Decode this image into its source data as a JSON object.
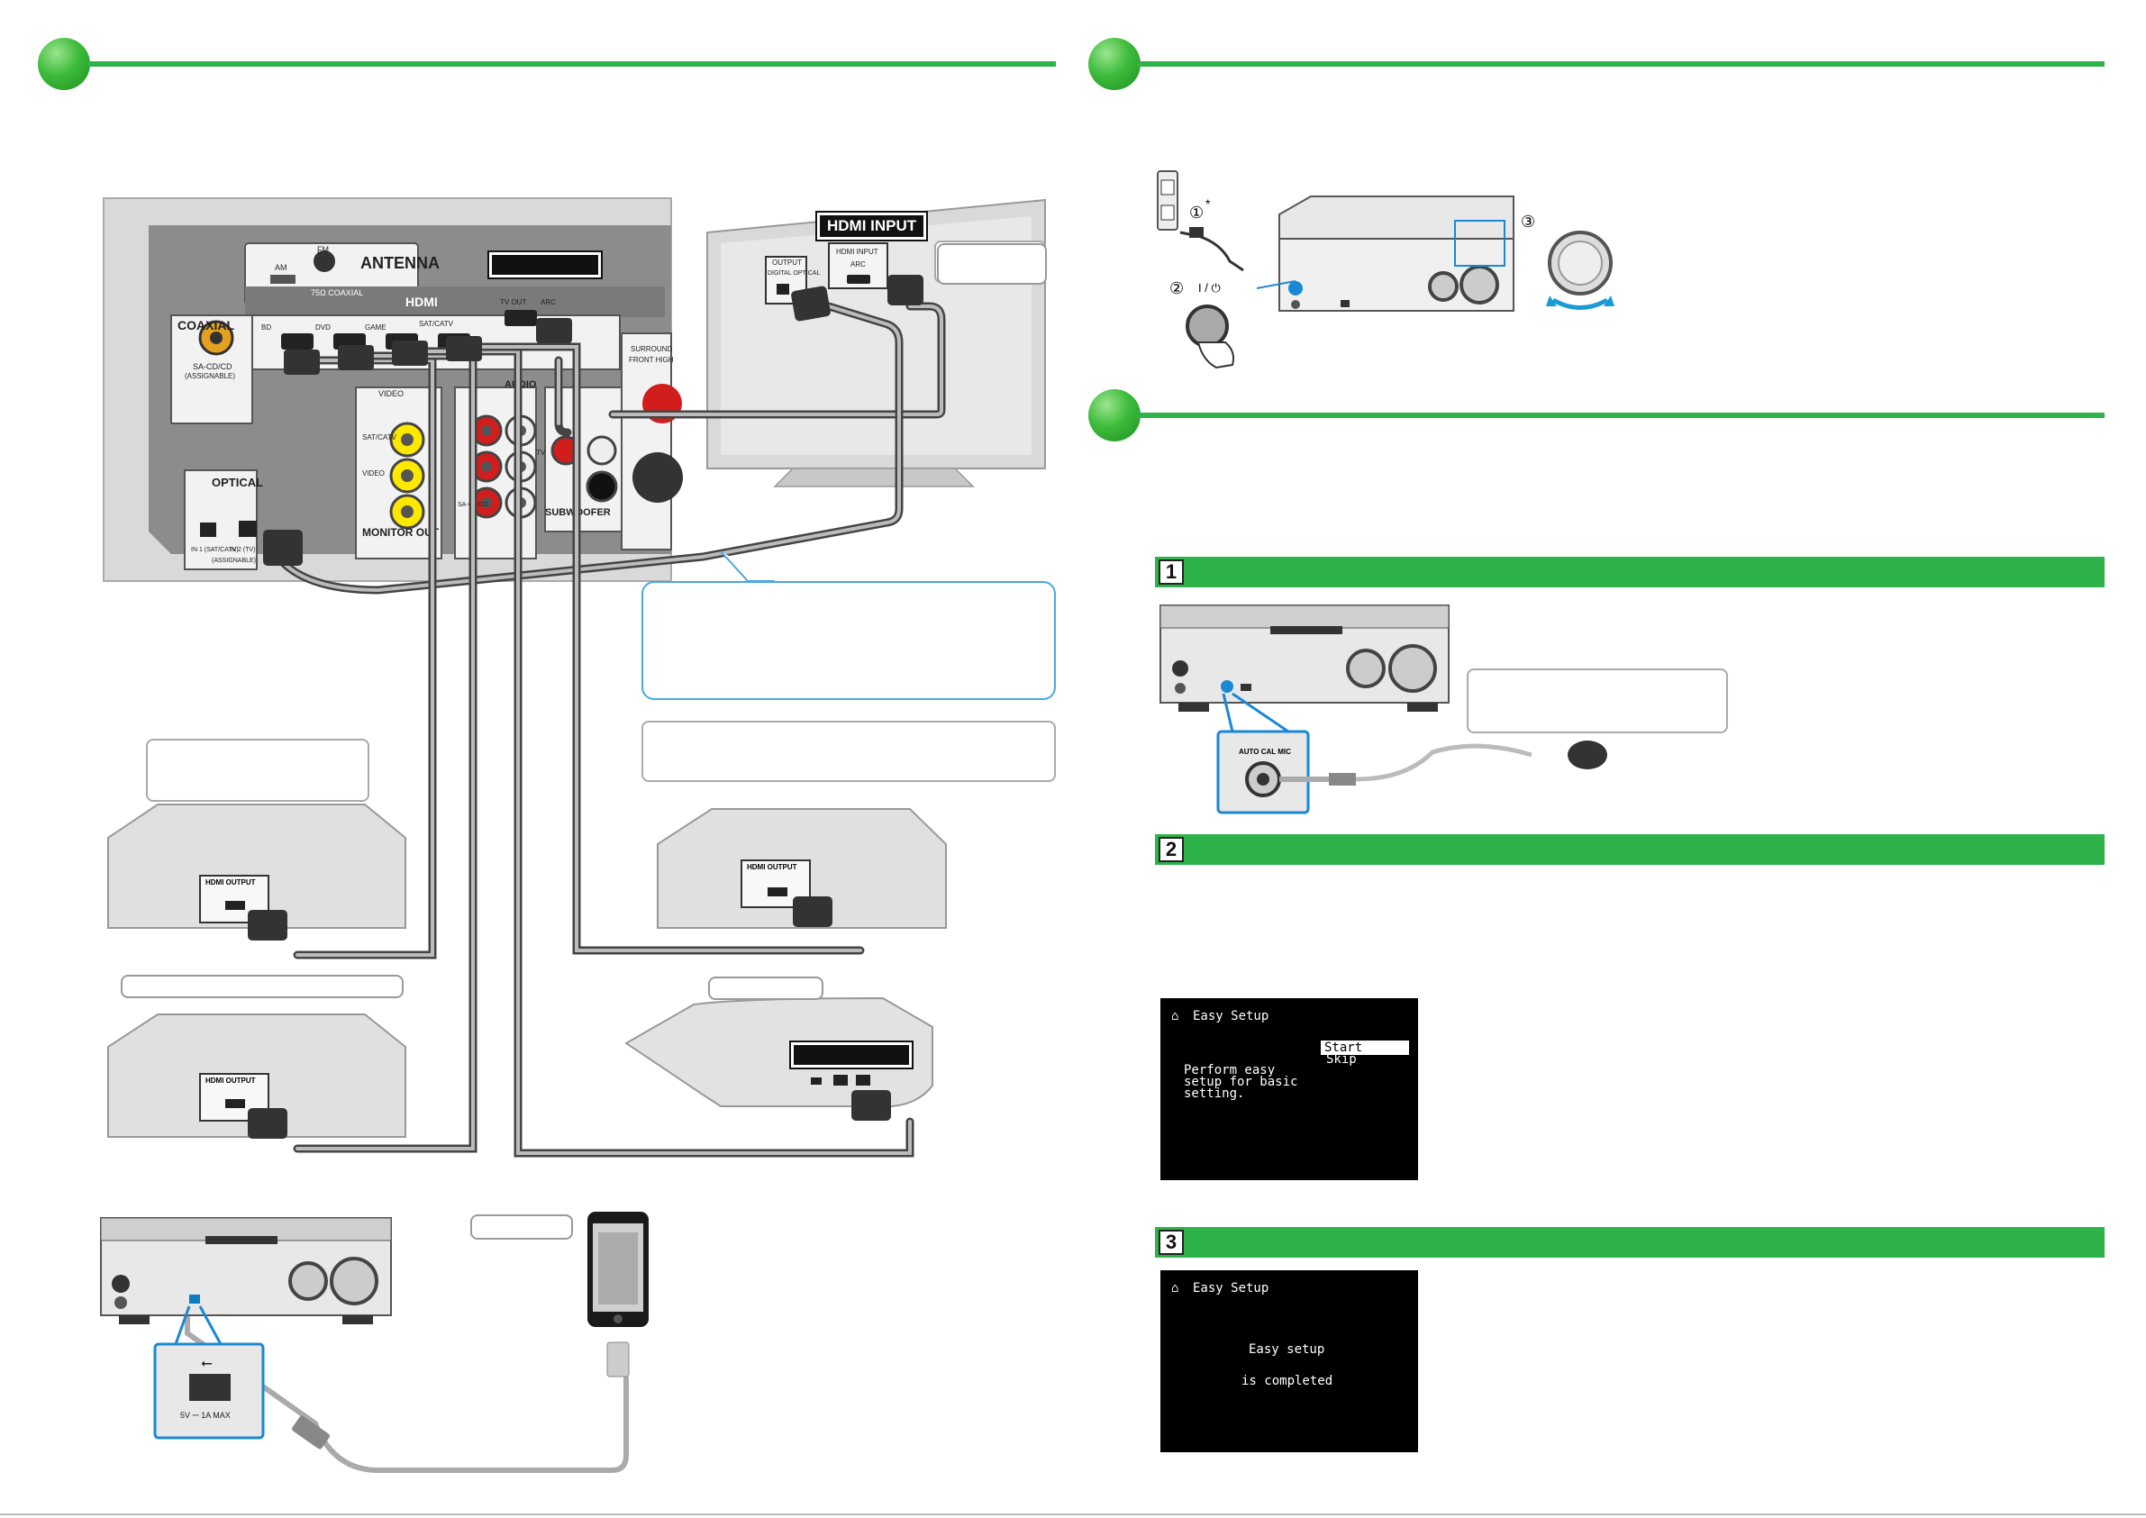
{
  "receiver_rear": {
    "antenna_label": "ANTENNA",
    "fm_label": "FM",
    "am_label": "AM",
    "fm_coaxial_label": "75Ω COAXIAL",
    "hdmi_label": "HDMI",
    "coaxial_label": "COAXIAL",
    "coaxial_sub": "SA-CD/CD",
    "coaxial_assign": "(ASSIGNABLE)",
    "hdmi_ports": [
      "BD",
      "DVD",
      "GAME",
      "SAT/CATV",
      "TV OUT"
    ],
    "arc_label": "ARC",
    "video_label": "VIDEO",
    "audio_label": "AUDIO",
    "sat_catv_label": "SAT/CATV",
    "video_in_label": "VIDEO",
    "monitor_out_label": "MONITOR OUT",
    "sa_cd_label": "SA-CD/CD",
    "tv_label": "TV",
    "subwoofer_label": "SUBWOOFER",
    "surround_label": "SURROUND",
    "front_high_label": "FRONT HIGH",
    "optical_label": "OPTICAL",
    "optical_in1": "IN 1 (SAT/CATV)",
    "optical_in2": "IN 2 (TV)",
    "optical_assign": "(ASSIGNABLE)"
  },
  "tv": {
    "hdmi_input_tag": "HDMI INPUT",
    "output_label": "OUTPUT",
    "digital_optical_label": "DIGITAL OPTICAL",
    "hdmi_input_panel_label": "HDMI INPUT",
    "arc_label": "ARC"
  },
  "devices": {
    "hdmi_output_label": "HDMI OUTPUT"
  },
  "usb_panel": {
    "usb_symbol": "⭠",
    "usb_rating": "5V ⎓ 1A MAX"
  },
  "power": {
    "step1": "①",
    "step1_mark": "*",
    "step2": "②",
    "step3": "③",
    "power_symbol": "I / ⏻"
  },
  "mic_panel": {
    "label": "AUTO CAL MIC"
  },
  "steps": [
    "1",
    "2",
    "3"
  ],
  "osd_start": {
    "title": "Easy Setup",
    "opt_start": "Start",
    "opt_skip": "Skip",
    "line1": "Perform easy",
    "line2": "setup for basic",
    "line3": "setting."
  },
  "osd_done": {
    "title": "Easy Setup",
    "line1": "Easy setup",
    "line2": "is completed"
  },
  "colors": {
    "accent_green": "#2db34a",
    "callout_blue": "#4aa8e0",
    "cable_gray": "#555555"
  }
}
